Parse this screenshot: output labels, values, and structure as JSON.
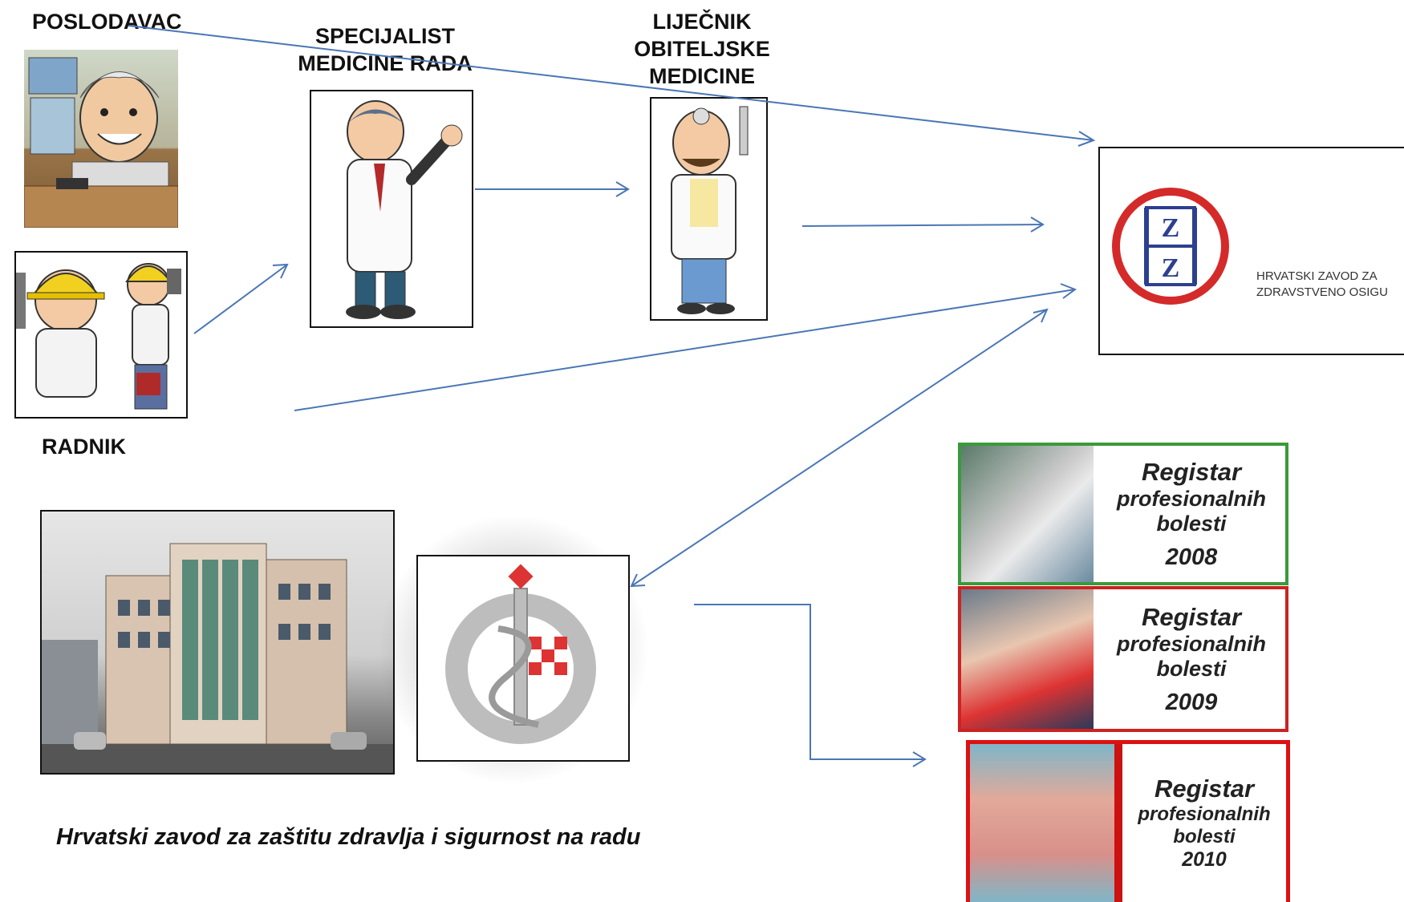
{
  "labels": {
    "employer": "POSLODAVAC",
    "specialist": "SPECIJALIST\nMEDICINE RADA",
    "gp": "LIJEČNIK\nOBITELJSKE\nMEDICINE",
    "worker": "RADNIK"
  },
  "hzzo": {
    "line1": "HRVATSKI ZAVOD ZA",
    "line2": "ZDRAVSTVENO OSIGU",
    "logo_letter_top": "Z",
    "logo_letter_bottom": "Z"
  },
  "registers": [
    {
      "title": "Registar",
      "sub1": "profesionalnih",
      "sub2": "bolesti",
      "year": "2008",
      "border": "#3a9a3a"
    },
    {
      "title": "Registar",
      "sub1": "profesionalnih",
      "sub2": "bolesti",
      "year": "2009",
      "border": "#cc2222"
    },
    {
      "title": "Registar",
      "sub1": "profesionalnih",
      "sub2": "bolesti",
      "year": "2010",
      "border": "#dd1111"
    }
  ],
  "caption": "Hrvatski zavod za zaštitu zdravlja i sigurnost na radu",
  "colors": {
    "arrow": "#4a76b5",
    "hzzo_red": "#d42a2a",
    "hzzo_blue": "#2d3f8f"
  }
}
